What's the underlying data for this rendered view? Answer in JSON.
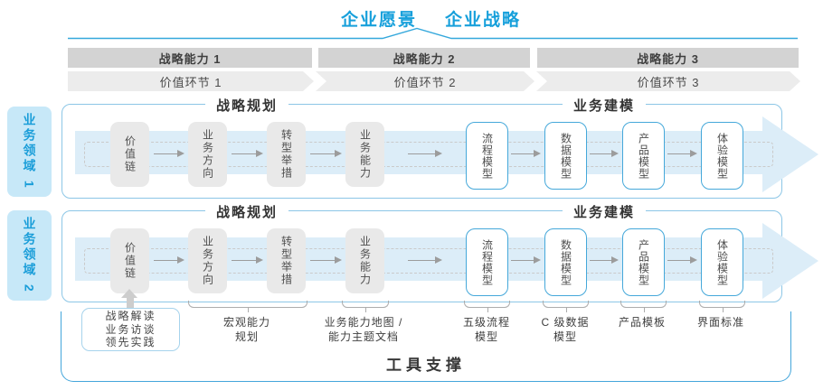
{
  "header": {
    "vision": "企业愿景",
    "strategy": "企业战略"
  },
  "capability_bands": [
    "战略能力 1",
    "战略能力 2",
    "战略能力 3"
  ],
  "value_chain_bands": [
    "价值环节 1",
    "价值环节 2",
    "价值环节 3"
  ],
  "domains": [
    "业务领域 1",
    "业务领域 2"
  ],
  "rows": [
    {
      "planning_header": "战略规划",
      "modeling_header": "业务建模",
      "planning_boxes": [
        "价值链",
        "业务方向",
        "转型举措",
        "业务能力"
      ],
      "modeling_boxes": [
        "流程模型",
        "数据模型",
        "产品模型",
        "体验模型"
      ]
    },
    {
      "planning_header": "战略规划",
      "modeling_header": "业务建模",
      "planning_boxes": [
        "价值链",
        "业务方向",
        "转型举措",
        "业务能力"
      ],
      "modeling_boxes": [
        "流程模型",
        "数据模型",
        "产品模型",
        "体验模型"
      ]
    }
  ],
  "inputs_box": {
    "lines": [
      "战略解读",
      "业务访谈",
      "领先实践"
    ]
  },
  "deliverables": [
    "宏观能力\n规划",
    "业务能力地图 /\n能力主题文档",
    "五级流程\n模型",
    "C 级数据\n模型",
    "产品模板",
    "界面标准"
  ],
  "support_bar": {
    "label": "工具支撑"
  },
  "colors": {
    "accent_blue": "#17A0DB",
    "panel_border_blue": "#8CC6E6",
    "big_arrow_fill": "#DCEDF8",
    "domain_fill": "#C7E8F8",
    "capability_band_gray": "#D3D3D3",
    "value_band_gray": "#ECECEC",
    "box_gray": "#E9E9E9",
    "box_border_blue": "#45A8DA",
    "support_border_blue": "#44A6DB"
  }
}
